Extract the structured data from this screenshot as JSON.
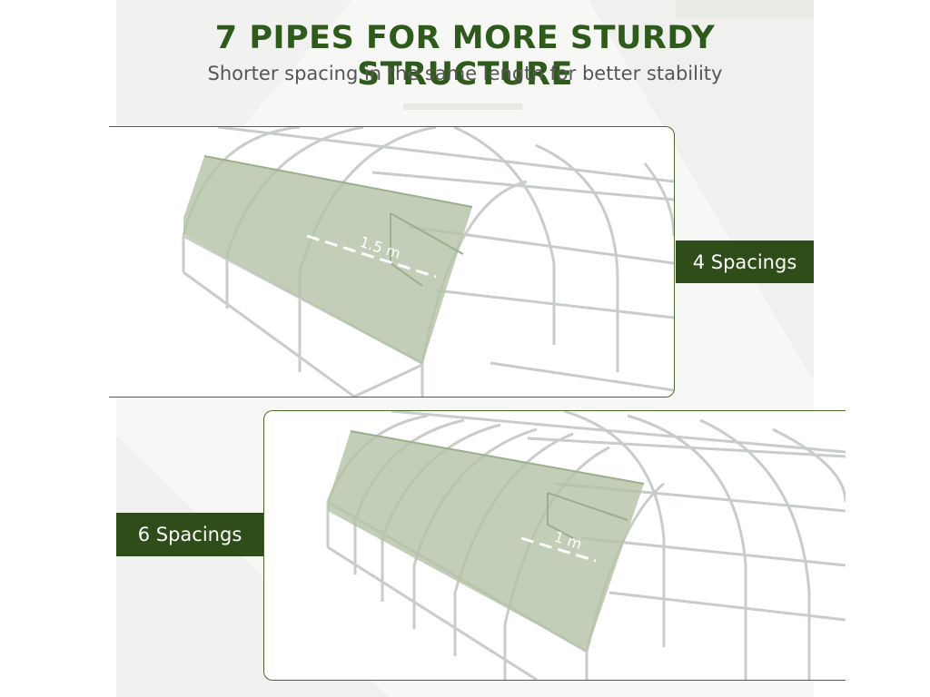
{
  "heading": {
    "title": "7 PIPES FOR MORE STURDY STRUCTURE",
    "subtitle": "Shorter spacing in the same length for better stability"
  },
  "comparisons": [
    {
      "label": "4 Spacings",
      "measurement": "1.5 m"
    },
    {
      "label": "6 Spacings",
      "measurement": "1 m"
    }
  ],
  "colors": {
    "title_green": "#2e5a1c",
    "tag_green": "#2e4d19",
    "cover_sage": "#b4c2a6",
    "frame_grey": "#c9cdc9"
  }
}
